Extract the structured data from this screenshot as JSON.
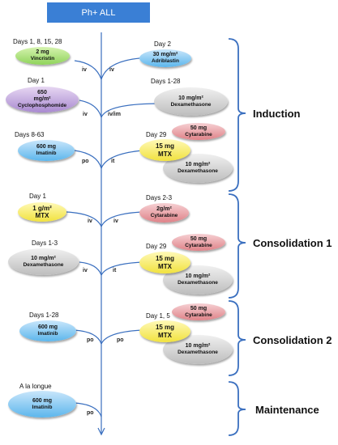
{
  "title": "Ph+ ALL",
  "nodes": {
    "vincristin": {
      "day": "Days 1, 8, 15, 28",
      "dose": "2 mg",
      "drug": "Vincristin"
    },
    "adriblastin": {
      "day": "Day 2",
      "dose": "30 mg/m²",
      "drug": "Adriblastin"
    },
    "cyclo": {
      "day": "Day 1",
      "dose": "650\nmg/m²",
      "drug": "Cyclophosphomide"
    },
    "dexa1": {
      "day": "Days 1-28",
      "dose": "10 mg/m²",
      "drug": "Dexamethasone"
    },
    "imatinib1": {
      "day": "Days 8-63",
      "dose": "600 mg",
      "drug": "Imatinib"
    },
    "mtx1": {
      "day": "Day 29",
      "dose": "15 mg",
      "drug": "MTX"
    },
    "cyta1": {
      "day": "",
      "dose": "50 mg",
      "drug": "Cytarabine"
    },
    "dexa2": {
      "day": "",
      "dose": "10 mg/m²",
      "drug": "Dexamethasone"
    },
    "mtx2": {
      "day": "Day 1",
      "dose": "1 g/m²",
      "drug": "MTX"
    },
    "cyta2": {
      "day": "Days 2-3",
      "dose": "2g/m²",
      "drug": "Cytarabine"
    },
    "dexa3": {
      "day": "Days 1-3",
      "dose": "10 mg/m²",
      "drug": "Dexamethasone"
    },
    "mtx3": {
      "day": "Day 29",
      "dose": "15 mg",
      "drug": "MTX"
    },
    "cyta3": {
      "day": "",
      "dose": "50 mg",
      "drug": "Cytarabine"
    },
    "dexa4": {
      "day": "",
      "dose": "10 mg/m²",
      "drug": "Dexamethasone"
    },
    "imatinib2": {
      "day": "Days 1-28",
      "dose": "600 mg",
      "drug": "Imatinib"
    },
    "mtx4": {
      "day": "Day 1, 5",
      "dose": "15 mg",
      "drug": "MTX"
    },
    "cyta4": {
      "day": "",
      "dose": "50 mg",
      "drug": "Cytarabine"
    },
    "dexa5": {
      "day": "",
      "dose": "10 mg/m²",
      "drug": "Dexamethasone"
    },
    "imatinib3": {
      "day": "A la longue",
      "dose": "600 mg",
      "drug": "Imatinib"
    }
  },
  "routes": {
    "r1": "iv",
    "r2": "iv",
    "r3": "iv",
    "r4": "iv/im",
    "r5": "po",
    "r6": "it",
    "r7": "iv",
    "r8": "iv",
    "r9": "iv",
    "r10": "it",
    "r11": "po",
    "r12": "po",
    "r13": "po"
  },
  "phases": {
    "induction": "Induction",
    "consolidation1": "Consolidation 1",
    "consolidation2": "Consolidation 2",
    "maintenance": "Maintenance"
  },
  "colors": {
    "title_bg": "#3a7fd5",
    "line": "#3a6fbf",
    "green": "#8fd45a",
    "blue": "#5cb6ec",
    "purple": "#a98ad0",
    "gray": "#bdbdbd",
    "pink": "#df8288",
    "yellow": "#f1e23e"
  }
}
